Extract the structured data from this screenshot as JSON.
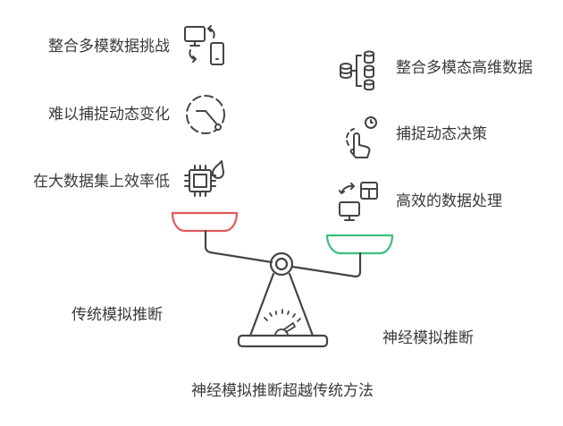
{
  "left_items": [
    {
      "label": "整合多模数据挑战",
      "icon": "devices-sync-icon"
    },
    {
      "label": "难以捕捉动态变化",
      "icon": "dashed-cycle-icon"
    },
    {
      "label": "在大数据集上效率低",
      "icon": "cpu-fire-icon"
    }
  ],
  "right_items": [
    {
      "label": "整合多模态高维数据",
      "icon": "database-tree-icon"
    },
    {
      "label": "捕捉动态决策",
      "icon": "hand-clock-icon"
    },
    {
      "label": "高效的数据处理",
      "icon": "table-monitor-icon"
    }
  ],
  "left_side_label": "传统模拟推断",
  "right_side_label": "神经模拟推断",
  "caption": "神经模拟推断超越传统方法",
  "colors": {
    "left_pan": "#e05a5a",
    "right_pan": "#3cbf7a",
    "stroke": "#444444"
  }
}
